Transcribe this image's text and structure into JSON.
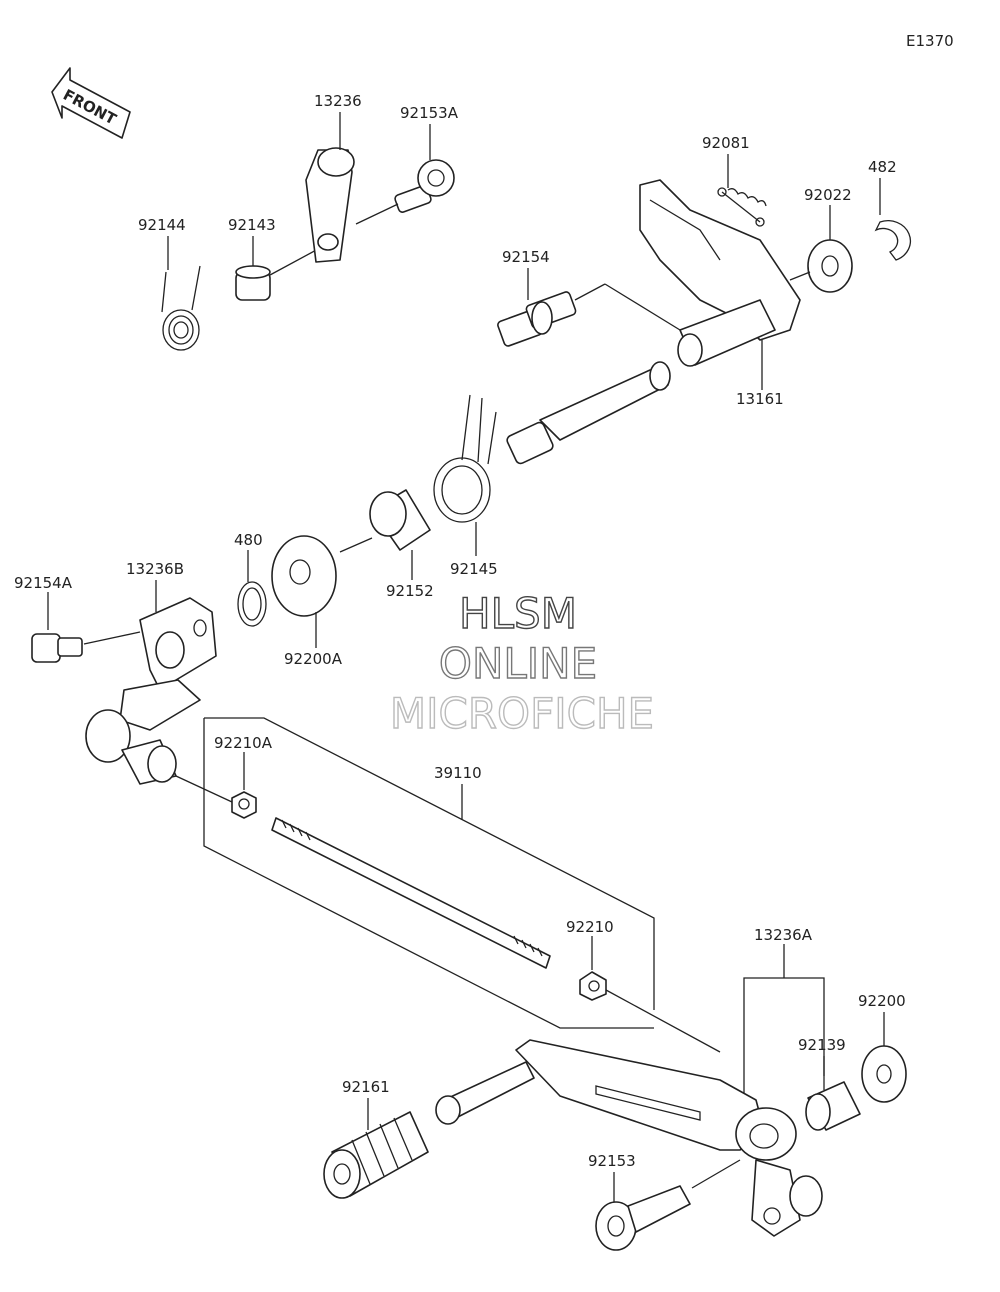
{
  "diagram_code": "E1370",
  "front_label": "FRONT",
  "watermark": {
    "line1": "HLSM",
    "line2": "ONLINE",
    "line3": "MICROFICHE"
  },
  "parts": [
    "13236",
    "92153A",
    "92144",
    "92143",
    "92081",
    "482",
    "92022",
    "92154",
    "13161",
    "480",
    "92152",
    "92145",
    "92154A",
    "13236B",
    "92200A",
    "92210A",
    "39110",
    "92210",
    "13236A",
    "92200",
    "92139",
    "92161",
    "92153"
  ]
}
